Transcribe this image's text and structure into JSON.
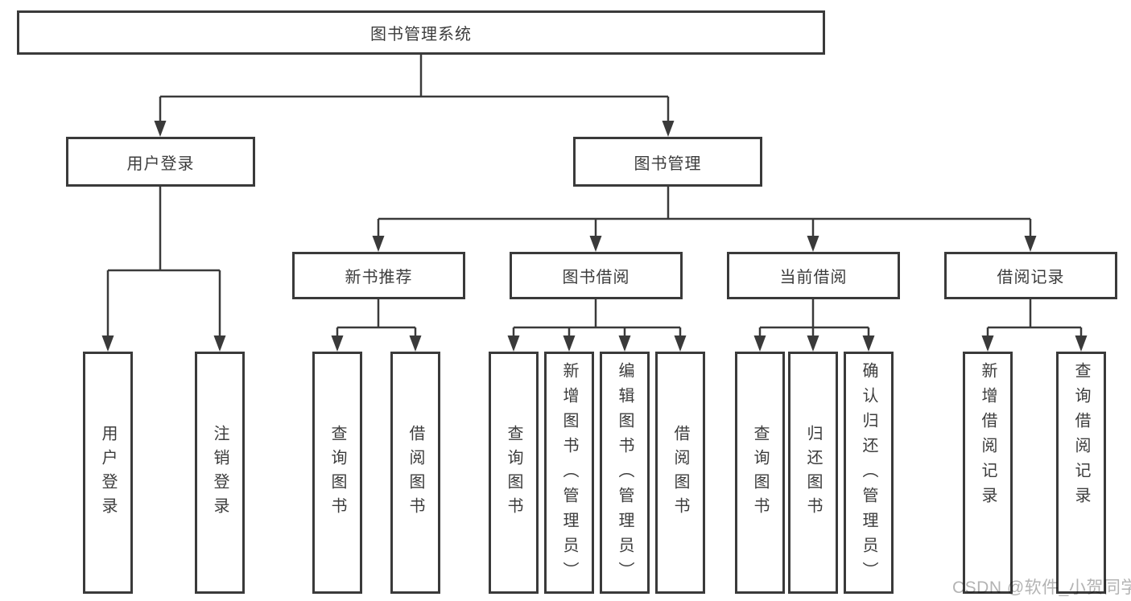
{
  "colors": {
    "line": "#3a3a3a",
    "box_border": "#3a3a3a",
    "text": "#3c3c3c",
    "background": "#ffffff",
    "watermark": "#b3b3b3"
  },
  "tree": {
    "root": "图书管理系统",
    "branches": [
      {
        "label": "用户登录",
        "leaves": [
          "用户登录",
          "注销登录"
        ]
      },
      {
        "label": "图书管理",
        "groups": [
          {
            "label": "新书推荐",
            "leaves": [
              "查询图书",
              "借阅图书"
            ]
          },
          {
            "label": "图书借阅",
            "leaves": [
              "查询图书",
              "新增图书（管理员）",
              "编辑图书（管理员）",
              "借阅图书"
            ]
          },
          {
            "label": "当前借阅",
            "leaves": [
              "查询图书",
              "归还图书",
              "确认归还（管理员）"
            ]
          },
          {
            "label": "借阅记录",
            "leaves": [
              "新增借阅记录",
              "查询借阅记录"
            ]
          }
        ]
      }
    ]
  },
  "watermark": {
    "text": "CSDN @软件_小贺同学"
  }
}
